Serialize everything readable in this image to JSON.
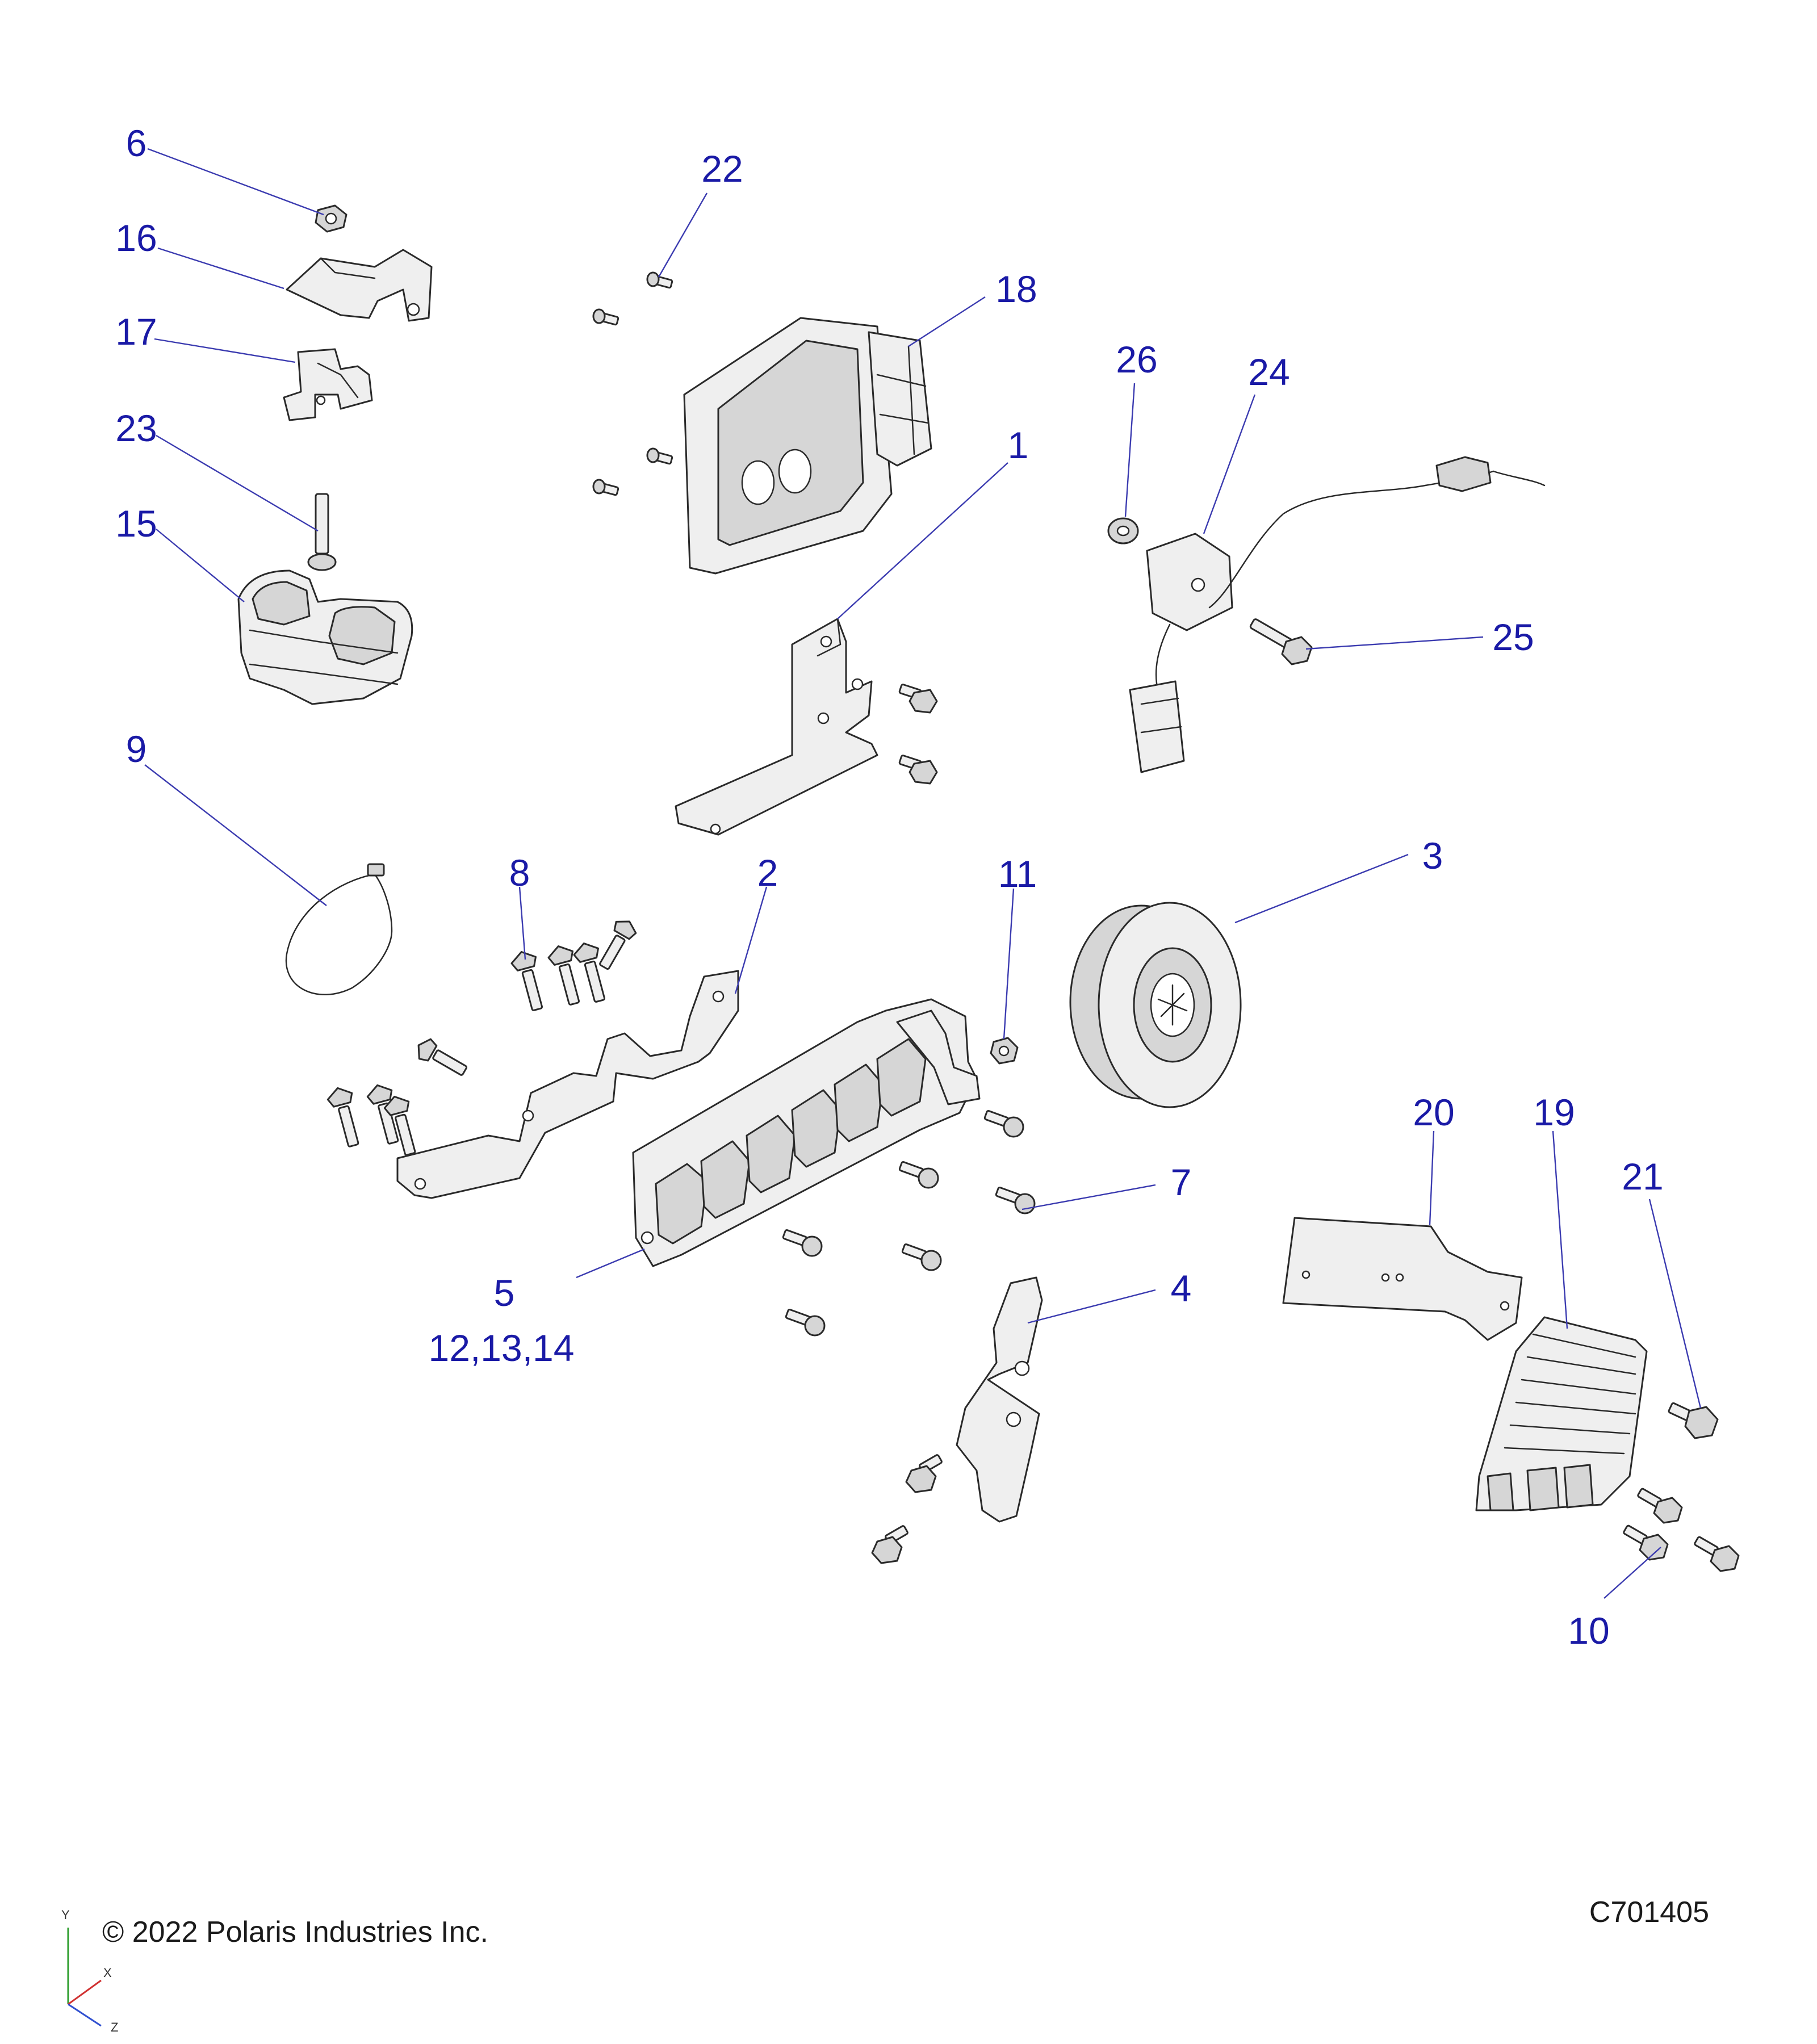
{
  "callouts": [
    {
      "id": "c6",
      "text": "6"
    },
    {
      "id": "c22",
      "text": "22"
    },
    {
      "id": "c16",
      "text": "16"
    },
    {
      "id": "c18",
      "text": "18"
    },
    {
      "id": "c17",
      "text": "17"
    },
    {
      "id": "c26",
      "text": "26"
    },
    {
      "id": "c24",
      "text": "24"
    },
    {
      "id": "c1",
      "text": "1"
    },
    {
      "id": "c23",
      "text": "23"
    },
    {
      "id": "c15",
      "text": "15"
    },
    {
      "id": "c25",
      "text": "25"
    },
    {
      "id": "c9",
      "text": "9"
    },
    {
      "id": "c3",
      "text": "3"
    },
    {
      "id": "c8",
      "text": "8"
    },
    {
      "id": "c2",
      "text": "2"
    },
    {
      "id": "c11",
      "text": "11"
    },
    {
      "id": "c20",
      "text": "20"
    },
    {
      "id": "c19",
      "text": "19"
    },
    {
      "id": "c7",
      "text": "7"
    },
    {
      "id": "c21",
      "text": "21"
    },
    {
      "id": "c5",
      "text": "5"
    },
    {
      "id": "c4",
      "text": "4"
    },
    {
      "id": "c12_13_14",
      "text": "12,13,14"
    },
    {
      "id": "c10",
      "text": "10"
    }
  ],
  "footer": {
    "copyright": "© 2022 Polaris Industries Inc.",
    "drawing_number": "C701405"
  },
  "axis_triad": {
    "y": "Y",
    "x": "X",
    "z": "Z"
  },
  "colors": {
    "callout_text": "#1a1aa6",
    "leader_line": "#3b3bb0",
    "part_fill": "#efefef",
    "part_outline": "#2a2a2a"
  }
}
